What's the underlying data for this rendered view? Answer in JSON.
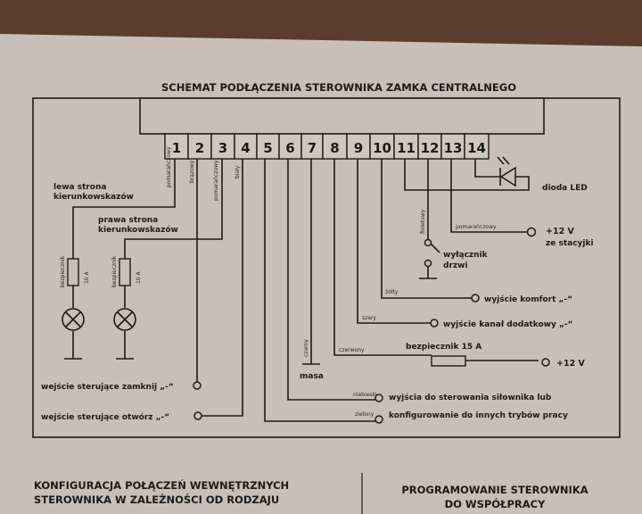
{
  "title": "SCHEMAT PODŁĄCZENIA STEROWNIKA ZAMKA CENTRALNEGO",
  "pins": [
    "1",
    "2",
    "3",
    "4",
    "5",
    "6",
    "7",
    "8",
    "9",
    "10",
    "11",
    "12",
    "13",
    "14"
  ],
  "wire_colors": {
    "p1": "pomarańczowy",
    "p2": "brązowy",
    "p3": "pomarańczowy",
    "p4": "biały",
    "p5": "zielony",
    "p6": "niebieski",
    "p7": "czarny",
    "p8": "czerwony",
    "p9": "szary",
    "p10": "żółty",
    "p12": "fioletowy",
    "p13": "pomarańczowy"
  },
  "labels": {
    "left_indicators": [
      "lewa strona",
      "kierunkowskazów"
    ],
    "right_indicators": [
      "prawa strona",
      "kierunkowskazów"
    ],
    "fuse_10a": [
      "bezpiecznik",
      "10 A"
    ],
    "input_lock": "wejście sterujące zamknij „-“",
    "input_unlock": "wejście sterujące otwórz „-“",
    "ground": "masa",
    "led": "dioda LED",
    "ignition": [
      "+12 V",
      "ze stacyjki"
    ],
    "door_switch": [
      "wyłącznik",
      "drzwi"
    ],
    "comfort": "wyjście komfort „-“",
    "aux": "wyjście kanał dodatkowy „-“",
    "fuse_15a": "bezpiecznik 15 A",
    "plus12": "+12 V",
    "actuator": [
      "wyjścia do sterowania siłownika lub",
      "konfigurowanie do innych trybów pracy"
    ]
  },
  "bottom": {
    "left": [
      "KONFIGURACJA POŁĄCZEŃ WEWNĘTRZNYCH",
      "STEROWNIKA W ZALEŻNOŚCI OD RODZAJU"
    ],
    "right": [
      "PROGRAMOWANIE STEROWNIKA",
      "DO WSPÓŁPRACY"
    ]
  }
}
